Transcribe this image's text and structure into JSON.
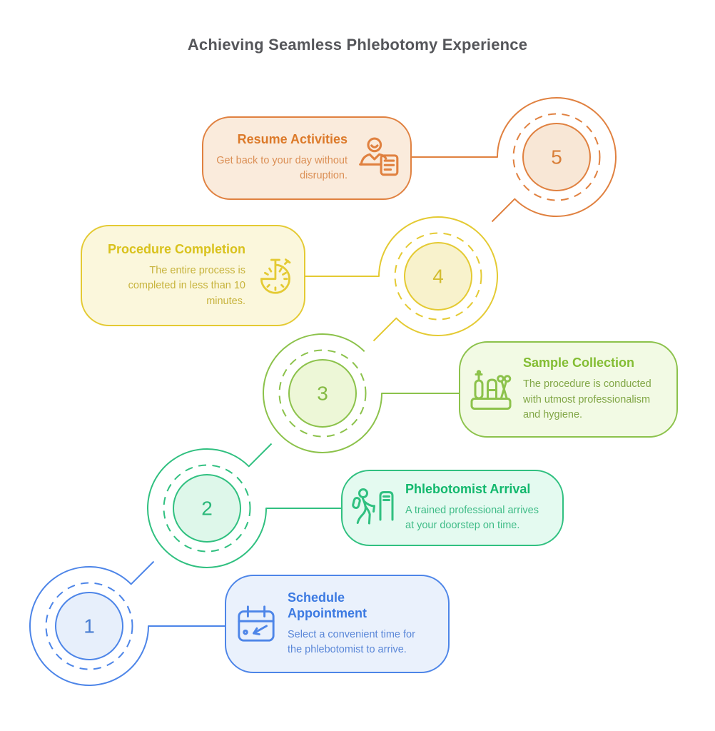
{
  "page": {
    "title": "Achieving Seamless Phlebotomy Experience",
    "title_color": "#55565a",
    "background": "#ffffff"
  },
  "steps": [
    {
      "number": "1",
      "title": "Schedule\nAppointment",
      "description": "Select a convenient time for\nthe phlebotomist to arrive.",
      "icon": "calendar-icon",
      "colors": {
        "main": "#4d85e8",
        "title": "#3c7ae2",
        "desc": "#5a87d8",
        "number": "#4a7ed2",
        "card_fill": "#eaf1fc",
        "circle_fill": "#e7effb"
      }
    },
    {
      "number": "2",
      "title": "Phlebotomist Arrival",
      "description": "A trained professional arrives\nat your doorstep on time.",
      "icon": "walking-person-icon",
      "colors": {
        "main": "#30c080",
        "title": "#12b86d",
        "desc": "#3fbc87",
        "number": "#2bb87a",
        "card_fill": "#e4faf0",
        "circle_fill": "#def7ea"
      }
    },
    {
      "number": "3",
      "title": "Sample Collection",
      "description": "The procedure is conducted\nwith utmost professionalism\nand hygiene.",
      "icon": "test-tubes-icon",
      "colors": {
        "main": "#8cc24b",
        "title": "#83bd33",
        "desc": "#82a747",
        "number": "#84ba43",
        "card_fill": "#f2fae4",
        "circle_fill": "#edf7d7"
      }
    },
    {
      "number": "4",
      "title": "Procedure Completion",
      "description": "The entire process is\ncompleted in less than 10\nminutes.",
      "icon": "stopwatch-icon",
      "colors": {
        "main": "#e4ca33",
        "title": "#d9c21d",
        "desc": "#c7b33c",
        "number": "#d3bd32",
        "card_fill": "#fbf7dc",
        "circle_fill": "#f8f2cc"
      }
    },
    {
      "number": "5",
      "title": "Resume Activities",
      "description": "Get back to your day without\ndisruption.",
      "icon": "person-document-icon",
      "colors": {
        "main": "#e08140",
        "title": "#dc7a2a",
        "desc": "#db8f55",
        "number": "#d97f39",
        "card_fill": "#faebdc",
        "circle_fill": "#f8e7d6"
      }
    }
  ]
}
